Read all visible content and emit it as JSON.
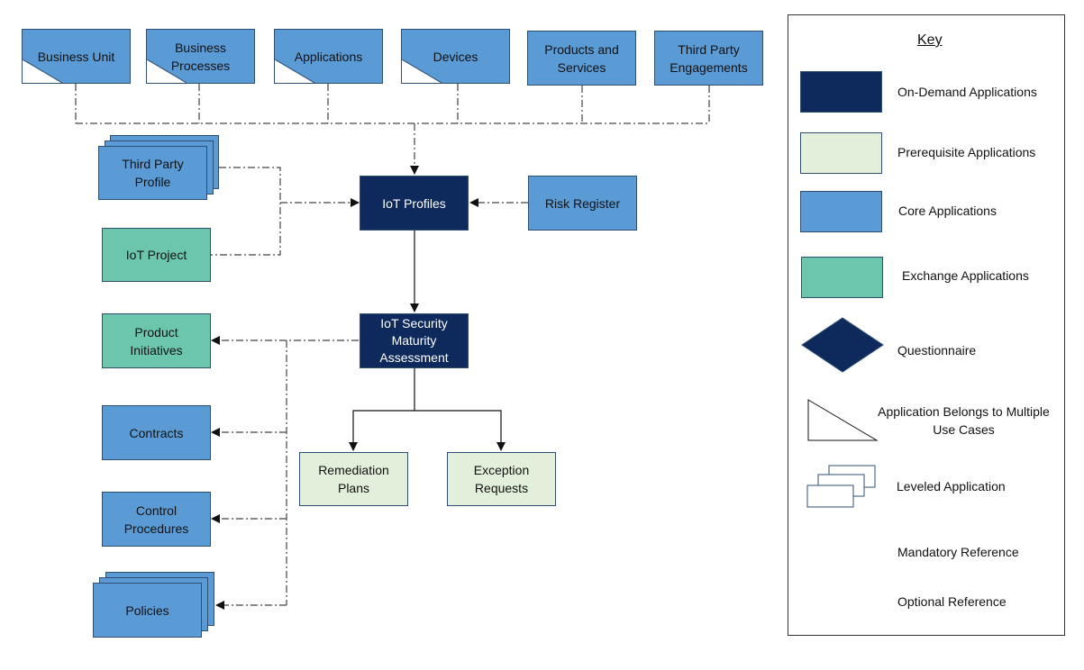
{
  "nodes": {
    "business_unit": "Business Unit",
    "business_processes": "Business Processes",
    "applications": "Applications",
    "devices": "Devices",
    "products_services": "Products and Services",
    "third_party_engagements": "Third Party Engagements",
    "third_party_profile": "Third Party Profile",
    "iot_project": "IoT Project",
    "iot_profiles": "IoT Profiles",
    "risk_register": "Risk Register",
    "iot_security_maturity": "IoT Security Maturity Assessment",
    "product_initiatives": "Product Initiatives",
    "contracts": "Contracts",
    "control_procedures": "Control Procedures",
    "policies": "Policies",
    "remediation_plans": "Remediation Plans",
    "exception_requests": "Exception Requests"
  },
  "key": {
    "title": "Key",
    "on_demand": "On-Demand Applications",
    "prerequisite": "Prerequisite Applications",
    "core": "Core Applications",
    "exchange": "Exchange Applications",
    "questionnaire": "Questionnaire",
    "multiple_use": "Application Belongs to Multiple Use Cases",
    "leveled": "Leveled Application",
    "mandatory": "Mandatory Reference",
    "optional": "Optional Reference"
  },
  "colors": {
    "on_demand": "#0e2a5c",
    "prerequisite": "#e2efda",
    "core": "#5b9bd5",
    "exchange": "#6cc6ad"
  }
}
